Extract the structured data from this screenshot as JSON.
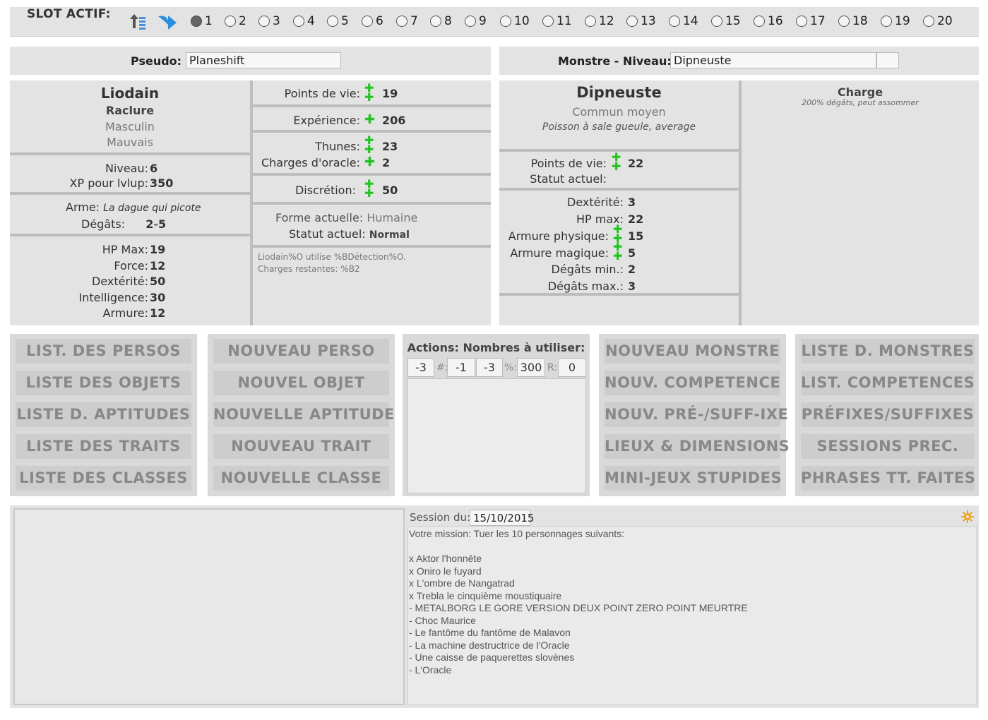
{
  "slotbar": {
    "title": "SLOT ACTIF:",
    "icons": [
      "sort-up-icon",
      "arrow-right-icon"
    ],
    "slots": [
      "1",
      "2",
      "3",
      "4",
      "5",
      "6",
      "7",
      "8",
      "9",
      "10",
      "11",
      "12",
      "13",
      "14",
      "15",
      "16",
      "17",
      "18",
      "19",
      "20"
    ],
    "selected": "1"
  },
  "player": {
    "pseudo_label": "Pseudo:",
    "pseudo_value": "Planeshift",
    "name": "Liodain",
    "class": "Raclure",
    "gender": "Masculin",
    "alignment": "Mauvais",
    "level_label": "Niveau:",
    "level": "6",
    "xp_label": "XP pour lvlup:",
    "xp": "350",
    "weapon_label": "Arme:",
    "weapon": "La dague qui picote",
    "damage_label": "Dégâts:",
    "damage_min": "2",
    "damage_sep": "-",
    "damage_max": "5",
    "hpmax_label": "HP Max:",
    "hpmax": "19",
    "strength_label": "Force:",
    "strength": "12",
    "dex_label": "Dextérité:",
    "dex": "50",
    "int_label": "Intelligence:",
    "int": "30",
    "armor_label": "Armure:",
    "armor": "12",
    "hp_label": "Points de vie:",
    "hp": "19",
    "exp_label": "Expérience:",
    "exp": "206",
    "money_label": "Thunes:",
    "money": "23",
    "oracle_label": "Charges d'oracle:",
    "oracle": "2",
    "stealth_label": "Discrétion:",
    "stealth": "50",
    "form_label": "Forme actuelle:",
    "form": "Humaine",
    "status_label": "Statut actuel:",
    "status": "Normal",
    "log_line1": "Liodain%O utilise %BDétection%O.",
    "log_line2": "Charges restantes: %B2"
  },
  "monster": {
    "label": "Monstre - Niveau:",
    "value": "Dipneuste",
    "level_value": "",
    "name": "Dipneuste",
    "rarity": "Commun moyen",
    "desc": "Poisson à sale gueule, average",
    "hp_label": "Points de vie:",
    "hp": "22",
    "status_label": "Statut actuel:",
    "status": "",
    "dex_label": "Dextérité:",
    "dex": "3",
    "hpmax_label": "HP max:",
    "hpmax": "22",
    "phys_label": "Armure physique:",
    "phys": "15",
    "mag_label": "Armure magique:",
    "mag": "5",
    "dmgmin_label": "Dégâts min.:",
    "dmgmin": "2",
    "dmgmax_label": "Dégâts max.:",
    "dmgmax": "3",
    "ability_name": "Charge",
    "ability_desc": "200% dégâts, peut assommer"
  },
  "menu": {
    "col1": [
      "LIST. DES PERSOS",
      "LISTE DES OBJETS",
      "LISTE D. APTITUDES",
      "LISTE DES TRAITS",
      "LISTE DES CLASSES"
    ],
    "col2": [
      "NOUVEAU PERSO",
      "NOUVEL OBJET",
      "NOUVELLE APTITUDE",
      "NOUVEAU TRAIT",
      "NOUVELLE CLASSE"
    ],
    "col4": [
      "NOUVEAU MONSTRE",
      "NOUV. COMPETENCE",
      "NOUV. PRÉ-/SUFF-IXE",
      "LIEUX & DIMENSIONS",
      "MINI-JEUX STUPIDES"
    ],
    "col5": [
      "LISTE D. MONSTRES",
      "LIST. COMPETENCES",
      "PRÉFIXES/SUFFIXES",
      "SESSIONS PREC.",
      "PHRASES TT. FAITES"
    ]
  },
  "actions": {
    "title": "Actions: Nombres à utiliser:",
    "v1": "-3",
    "sep1": "#:",
    "v2": "-1",
    "v3": "-3",
    "sep2": "%:",
    "v4": "300",
    "sep3": "R:",
    "v5": "0"
  },
  "session": {
    "label": "Session du:",
    "date": "15/10/2015",
    "icon": "gear-icon",
    "lines": [
      "Votre mission: Tuer les 10 personnages suivants:",
      "",
      "x Aktor l'honnête",
      "x Oniro le fuyard",
      "x L'ombre de Nangatrad",
      "x Trebla le cinquième moustiquaire",
      "- METALBORG LE GORE VERSION DEUX POINT ZERO POINT MEURTRE",
      "- Choc Maurice",
      "- Le fantôme du fantôme de Malavon",
      "- La machine destructrice de l'Oracle",
      "- Une caisse de paquerettes slovènes",
      "- L'Oracle"
    ]
  }
}
